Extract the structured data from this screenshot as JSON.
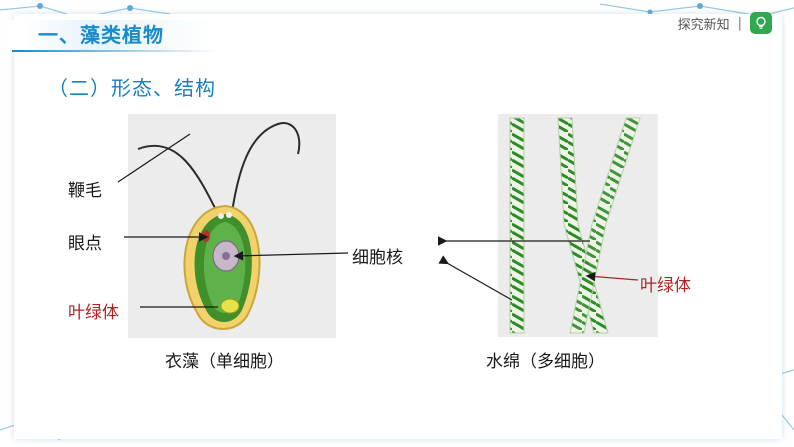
{
  "header": {
    "section_title": "一、藻类植物",
    "top_right_text": "探究新知",
    "separator": "|",
    "icon": "lightbulb-icon"
  },
  "subheading": "（二）形态、结构",
  "left_figure": {
    "labels": {
      "flagella": "鞭毛",
      "eyespot": "眼点",
      "chloroplast": "叶绿体"
    },
    "caption": "衣藻（单细胞）"
  },
  "center_label": "细胞核",
  "right_figure": {
    "labels": {
      "chloroplast": "叶绿体"
    },
    "caption": "水绵（多细胞）"
  },
  "colors": {
    "accent_blue": "#1a8bc9",
    "label_red": "#b22222",
    "cell_green": "#3f8f2a",
    "bulb_green": "#2fa84f"
  }
}
